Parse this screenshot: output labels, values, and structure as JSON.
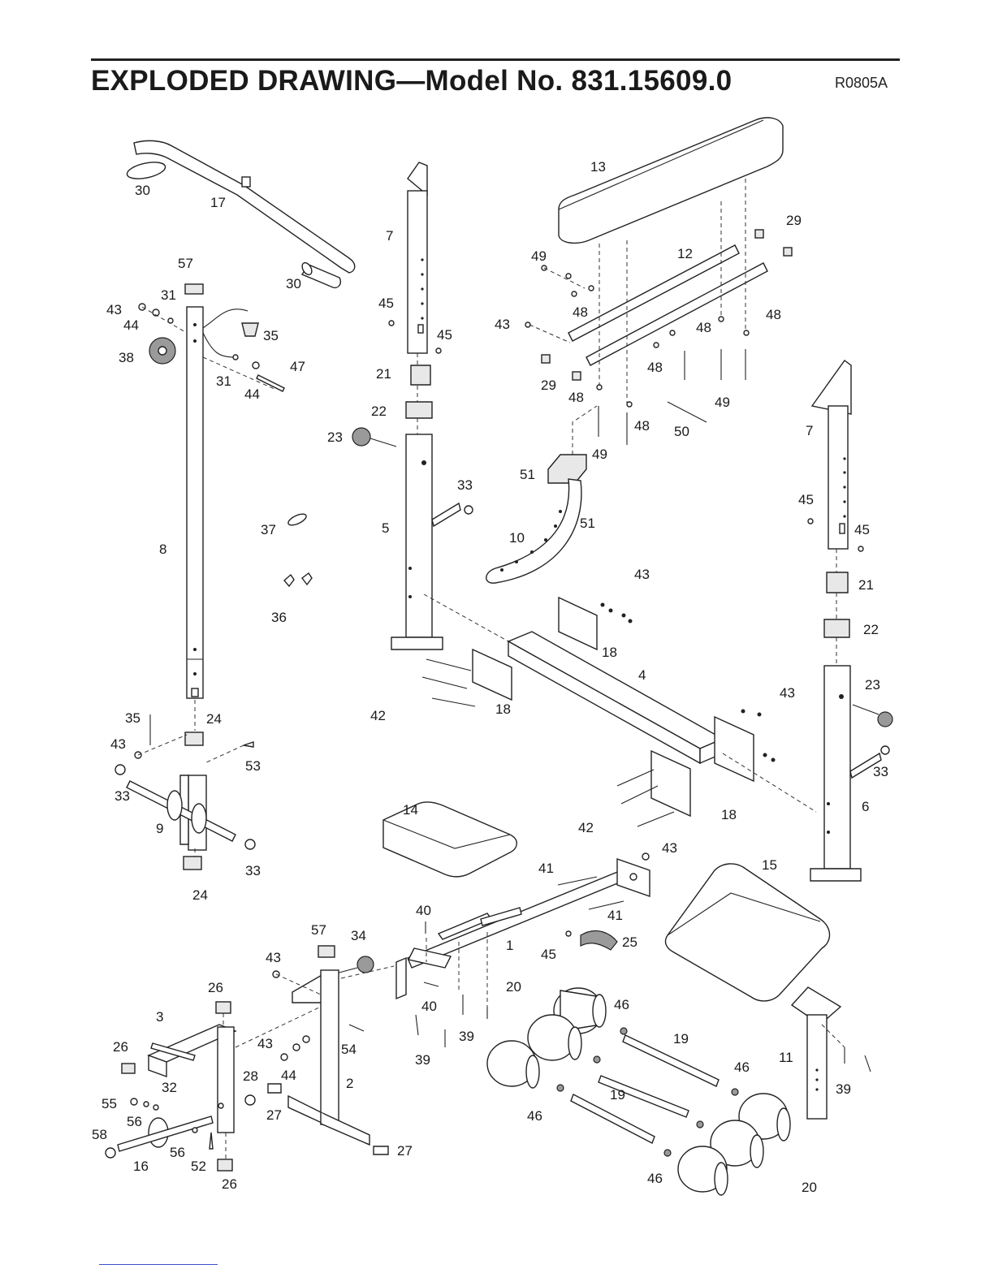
{
  "header": {
    "title": "EXPLODED DRAWING—Model No. 831.15609.0",
    "revision": "R0805A"
  },
  "parts": [
    {
      "id": "p30a",
      "text": "30"
    },
    {
      "id": "p17",
      "text": "17"
    },
    {
      "id": "p30b",
      "text": "30"
    },
    {
      "id": "p57a",
      "text": "57"
    },
    {
      "id": "p43a",
      "text": "43"
    },
    {
      "id": "p31a",
      "text": "31"
    },
    {
      "id": "p44a",
      "text": "44"
    },
    {
      "id": "p35a",
      "text": "35"
    },
    {
      "id": "p38",
      "text": "38"
    },
    {
      "id": "p31b",
      "text": "31"
    },
    {
      "id": "p47",
      "text": "47"
    },
    {
      "id": "p44b",
      "text": "44"
    },
    {
      "id": "p8",
      "text": "8"
    },
    {
      "id": "p37",
      "text": "37"
    },
    {
      "id": "p36",
      "text": "36"
    },
    {
      "id": "p7a",
      "text": "7"
    },
    {
      "id": "p45a",
      "text": "45"
    },
    {
      "id": "p45b",
      "text": "45"
    },
    {
      "id": "p21a",
      "text": "21"
    },
    {
      "id": "p22a",
      "text": "22"
    },
    {
      "id": "p23a",
      "text": "23"
    },
    {
      "id": "p33a",
      "text": "33"
    },
    {
      "id": "p5",
      "text": "5"
    },
    {
      "id": "p13",
      "text": "13"
    },
    {
      "id": "p29a",
      "text": "29"
    },
    {
      "id": "p49a",
      "text": "49"
    },
    {
      "id": "p12",
      "text": "12"
    },
    {
      "id": "p48a",
      "text": "48"
    },
    {
      "id": "p43b",
      "text": "43"
    },
    {
      "id": "p48b",
      "text": "48"
    },
    {
      "id": "p48c",
      "text": "48"
    },
    {
      "id": "p29b",
      "text": "29"
    },
    {
      "id": "p48d",
      "text": "48"
    },
    {
      "id": "p48e",
      "text": "48"
    },
    {
      "id": "p48f",
      "text": "48"
    },
    {
      "id": "p49b",
      "text": "49"
    },
    {
      "id": "p49c",
      "text": "49"
    },
    {
      "id": "p50",
      "text": "50"
    },
    {
      "id": "p51a",
      "text": "51"
    },
    {
      "id": "p51b",
      "text": "51"
    },
    {
      "id": "p10",
      "text": "10"
    },
    {
      "id": "p43c",
      "text": "43"
    },
    {
      "id": "p18a",
      "text": "18"
    },
    {
      "id": "p18b",
      "text": "18"
    },
    {
      "id": "p42a",
      "text": "42"
    },
    {
      "id": "p4",
      "text": "4"
    },
    {
      "id": "p7b",
      "text": "7"
    },
    {
      "id": "p45c",
      "text": "45"
    },
    {
      "id": "p45d",
      "text": "45"
    },
    {
      "id": "p21b",
      "text": "21"
    },
    {
      "id": "p22b",
      "text": "22"
    },
    {
      "id": "p23b",
      "text": "23"
    },
    {
      "id": "p43d",
      "text": "43"
    },
    {
      "id": "p33b",
      "text": "33"
    },
    {
      "id": "p6",
      "text": "6"
    },
    {
      "id": "p42b",
      "text": "42"
    },
    {
      "id": "p18c",
      "text": "18"
    },
    {
      "id": "p35b",
      "text": "35"
    },
    {
      "id": "p24a",
      "text": "24"
    },
    {
      "id": "p43e",
      "text": "43"
    },
    {
      "id": "p53",
      "text": "53"
    },
    {
      "id": "p33c",
      "text": "33"
    },
    {
      "id": "p9",
      "text": "9"
    },
    {
      "id": "p33d",
      "text": "33"
    },
    {
      "id": "p24b",
      "text": "24"
    },
    {
      "id": "p14",
      "text": "14"
    },
    {
      "id": "p41a",
      "text": "41"
    },
    {
      "id": "p43f",
      "text": "43"
    },
    {
      "id": "p15",
      "text": "15"
    },
    {
      "id": "p40a",
      "text": "40"
    },
    {
      "id": "p1",
      "text": "1"
    },
    {
      "id": "p41b",
      "text": "41"
    },
    {
      "id": "p25",
      "text": "25"
    },
    {
      "id": "p45e",
      "text": "45"
    },
    {
      "id": "p57b",
      "text": "57"
    },
    {
      "id": "p34",
      "text": "34"
    },
    {
      "id": "p43g",
      "text": "43"
    },
    {
      "id": "p26a",
      "text": "26"
    },
    {
      "id": "p40b",
      "text": "40"
    },
    {
      "id": "p20a",
      "text": "20"
    },
    {
      "id": "p46a",
      "text": "46"
    },
    {
      "id": "p39a",
      "text": "39"
    },
    {
      "id": "p19a",
      "text": "19"
    },
    {
      "id": "p3",
      "text": "3"
    },
    {
      "id": "p43h",
      "text": "43"
    },
    {
      "id": "p54",
      "text": "54"
    },
    {
      "id": "p39b",
      "text": "39"
    },
    {
      "id": "p46b",
      "text": "46"
    },
    {
      "id": "p11",
      "text": "11"
    },
    {
      "id": "p26b",
      "text": "26"
    },
    {
      "id": "p44c",
      "text": "44"
    },
    {
      "id": "p28",
      "text": "28"
    },
    {
      "id": "p2",
      "text": "2"
    },
    {
      "id": "p39c",
      "text": "39"
    },
    {
      "id": "p32",
      "text": "32"
    },
    {
      "id": "p55",
      "text": "55"
    },
    {
      "id": "p27a",
      "text": "27"
    },
    {
      "id": "p46c",
      "text": "46"
    },
    {
      "id": "p19b",
      "text": "19"
    },
    {
      "id": "p56a",
      "text": "56"
    },
    {
      "id": "p58",
      "text": "58"
    },
    {
      "id": "p56b",
      "text": "56"
    },
    {
      "id": "p16",
      "text": "16"
    },
    {
      "id": "p52",
      "text": "52"
    },
    {
      "id": "p27b",
      "text": "27"
    },
    {
      "id": "p26c",
      "text": "26"
    },
    {
      "id": "p46d",
      "text": "46"
    },
    {
      "id": "p20b",
      "text": "20"
    }
  ]
}
